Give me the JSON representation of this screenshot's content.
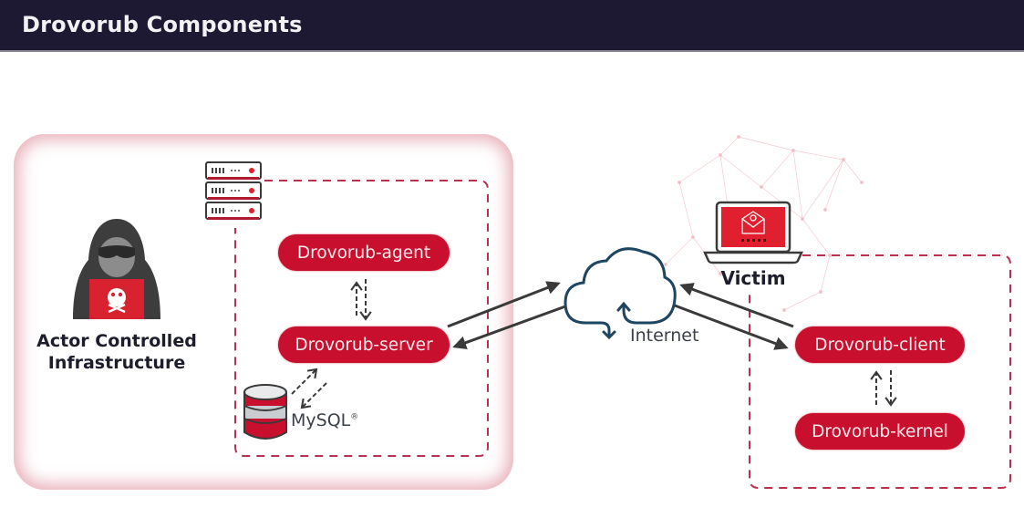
{
  "header": {
    "title": "Drovorub Components"
  },
  "actor": {
    "label_line1": "Actor Controlled",
    "label_line2": "Infrastructure",
    "icon": "hacker-icon",
    "server_icon": "server-rack-icon"
  },
  "components": {
    "agent": "Drovorub-agent",
    "server": "Drovorub-server",
    "client": "Drovorub-client",
    "kernel": "Drovorub-kernel"
  },
  "database": {
    "label": "MySQL",
    "mark": "®",
    "icon": "database-icon"
  },
  "internet": {
    "label": "Internet",
    "icon": "cloud-icon"
  },
  "victim": {
    "label": "Victim",
    "icon": "infected-laptop-icon"
  },
  "colors": {
    "header_bg": "#1d1933",
    "accent_red": "#c8102e",
    "dashed_border": "#b5334f",
    "arrow": "#3a3a3a",
    "cloud": "#1f4661"
  }
}
